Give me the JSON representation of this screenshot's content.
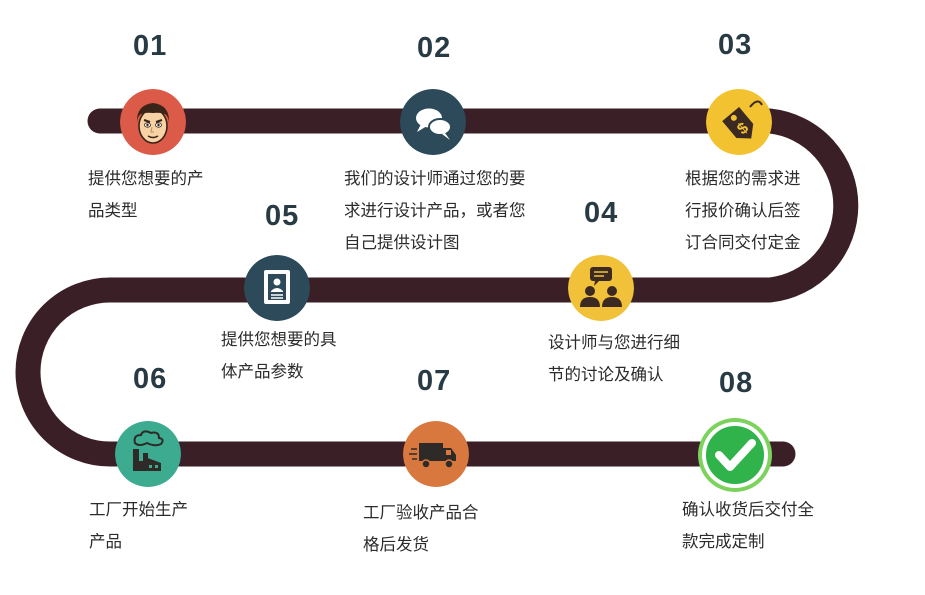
{
  "steps": [
    {
      "num": "01",
      "text_lines": [
        "提供您想要的产",
        "品类型"
      ],
      "icon": "person-face-icon",
      "color": "#dc5a48"
    },
    {
      "num": "02",
      "text_lines": [
        "我们的设计师通过您的要",
        "求进行设计产品，或者您",
        "自己提供设计图"
      ],
      "icon": "chat-bubbles-icon",
      "color": "#2c4a5a"
    },
    {
      "num": "03",
      "text_lines": [
        "根据您的需求进",
        "行报价确认后签",
        "订合同交付定金"
      ],
      "icon": "price-tag-icon",
      "color": "#f2c230"
    },
    {
      "num": "04",
      "text_lines": [
        "设计师与您进行细",
        "节的讨论及确认"
      ],
      "icon": "discussion-icon",
      "color": "#f2c13a"
    },
    {
      "num": "05",
      "text_lines": [
        "提供您想要的具",
        "体产品参数"
      ],
      "icon": "document-icon",
      "color": "#2c4a5a"
    },
    {
      "num": "06",
      "text_lines": [
        "工厂开始生产",
        "产品"
      ],
      "icon": "factory-icon",
      "color": "#3dab8f"
    },
    {
      "num": "07",
      "text_lines": [
        "工厂验收产品合",
        "格后发货"
      ],
      "icon": "delivery-truck-icon",
      "color": "#d9783e"
    },
    {
      "num": "08",
      "text_lines": [
        "确认收货后交付全",
        "款完成定制"
      ],
      "icon": "checkmark-icon",
      "color": "#2fb34a"
    }
  ],
  "road_color": "#3a1f26",
  "number_color": "#283a44"
}
